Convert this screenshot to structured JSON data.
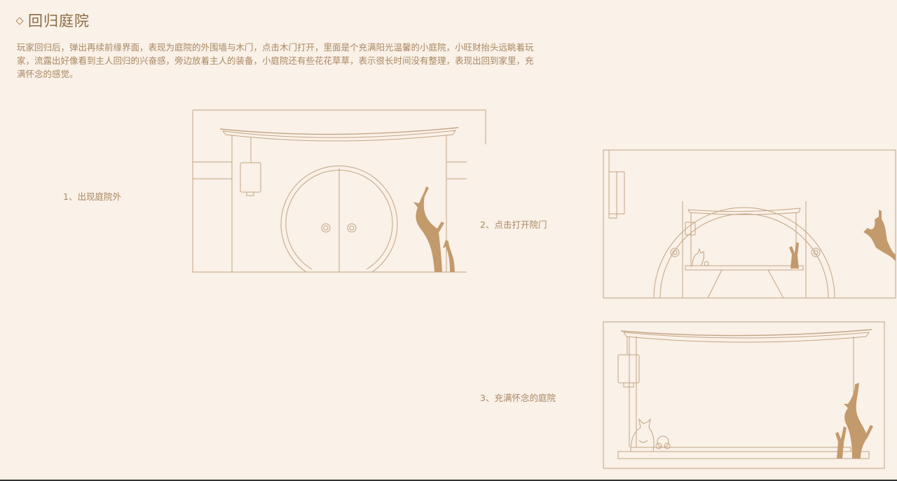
{
  "title": "回归庭院",
  "description": "玩家回归后，弹出再续前缘界面，表现为庭院的外围墙与木门，点击木门打开，里面是个充满阳光温馨的小庭院，小旺财抬头远眺着玩家，流露出好像看到主人回归的兴奋感，旁边放着主人的装备，小庭院还有些花花草草，表示很长时间没有整理，表现出回到家里，充满怀念的感觉。",
  "steps": [
    {
      "label": "1、出现庭院外"
    },
    {
      "label": "2、点击打开院门"
    },
    {
      "label": "3、充满怀念的庭院"
    }
  ],
  "colors": {
    "background": "#faf1e8",
    "line": "#c3a584",
    "text": "#a98862"
  }
}
